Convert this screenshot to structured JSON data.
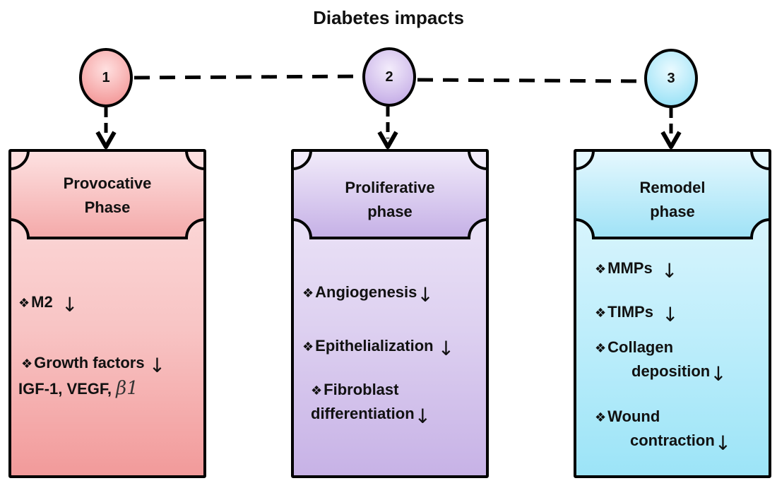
{
  "title": "Diabetes impacts",
  "steps": [
    {
      "number": "1",
      "phase_line1": "Provocative",
      "phase_line2": "Phase",
      "items": {
        "m2": {
          "bullet": "❖",
          "text": "M2",
          "arrow": "↓"
        },
        "growth": {
          "bullet": "❖",
          "text": "Growth factors",
          "arrow": "↓",
          "line2": "IGF-1, VEGF,",
          "beta": "β1"
        }
      }
    },
    {
      "number": "2",
      "phase_line1": "Proliferative",
      "phase_line2": "phase",
      "items": {
        "angio": {
          "bullet": "❖",
          "text": "Angiogenesis",
          "arrow": "↓"
        },
        "epi": {
          "bullet": "❖",
          "text": "Epithelialization",
          "arrow": "↓"
        },
        "fibro": {
          "bullet": "❖",
          "text": "Fibroblast",
          "line2": "differentiation",
          "arrow": "↓"
        }
      }
    },
    {
      "number": "3",
      "phase_line1": "Remodel",
      "phase_line2": "phase",
      "items": {
        "mmps": {
          "bullet": "❖",
          "text": "MMPs",
          "arrow": "↓"
        },
        "timps": {
          "bullet": "❖",
          "text": "TIMPs",
          "arrow": "↓"
        },
        "collagen": {
          "bullet": "❖",
          "text": "Collagen",
          "line2": "deposition",
          "arrow": "↓"
        },
        "wound": {
          "bullet": "❖",
          "text": "Wound",
          "line2": "contraction",
          "arrow": "↓"
        }
      }
    }
  ],
  "colors": {
    "phase1": "#f5a4a4",
    "phase2": "#cdb8ea",
    "phase3": "#a8e6f8",
    "outline": "#000000"
  }
}
